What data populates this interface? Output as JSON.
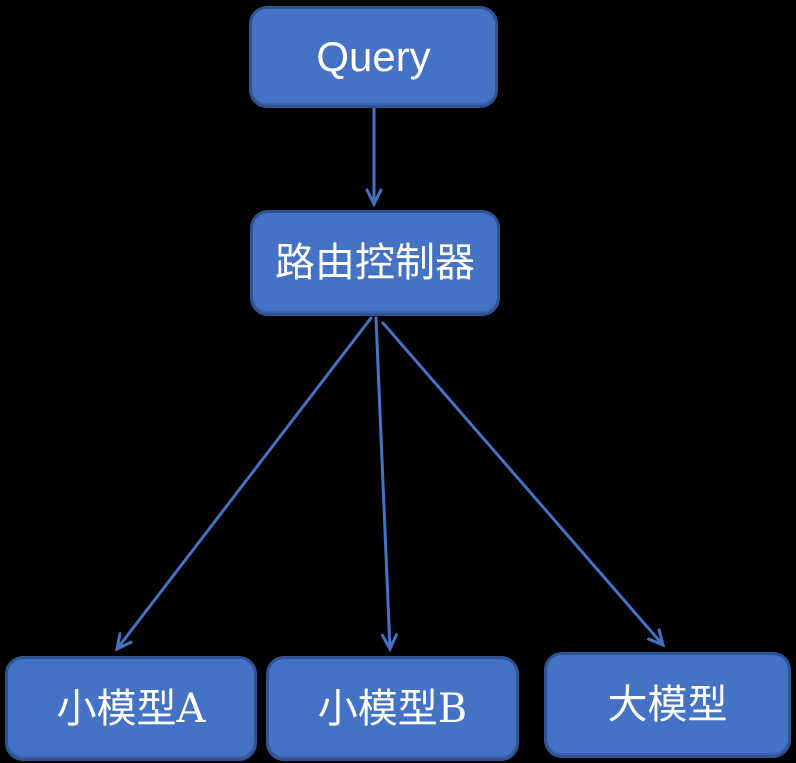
{
  "diagram": {
    "colors": {
      "background": "#000000",
      "node_fill": "#4472C4",
      "node_border": "#2F5496",
      "arrow": "#4472C4",
      "text": "#FFFFFF"
    },
    "nodes": {
      "query": {
        "label": "Query"
      },
      "router": {
        "label": "路由控制器"
      },
      "model_a": {
        "label": "小模型A"
      },
      "model_b": {
        "label": "小模型B"
      },
      "model_large": {
        "label": "大模型"
      }
    },
    "edges": [
      {
        "from": "Query",
        "to": "路由控制器"
      },
      {
        "from": "路由控制器",
        "to": "小模型A"
      },
      {
        "from": "路由控制器",
        "to": "小模型B"
      },
      {
        "from": "路由控制器",
        "to": "大模型"
      }
    ]
  }
}
